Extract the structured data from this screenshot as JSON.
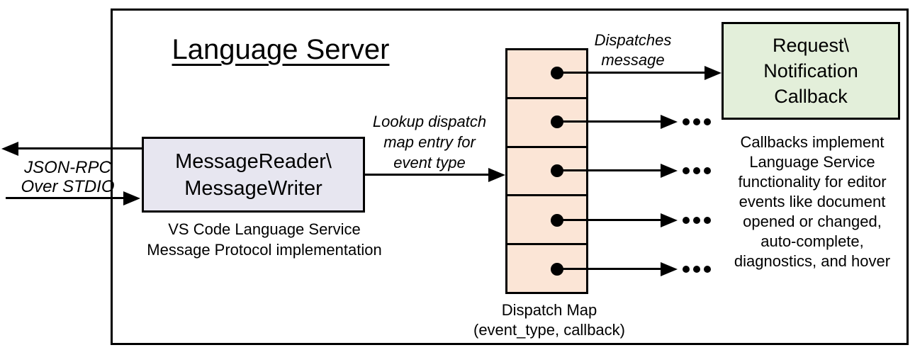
{
  "diagram": {
    "title": "Language Server"
  },
  "nodes": {
    "message_reader": {
      "label": "MessageReader\\\nMessageWriter",
      "caption": "VS Code Language Service\nMessage Protocol implementation",
      "fill": "#E7E6F0"
    },
    "dispatch_map": {
      "label": "Dispatch Map\n(event_type, callback)",
      "fill": "#FBE5D6",
      "cell_count": 5
    },
    "request_callback": {
      "label": "Request\\\nNotification\nCallback",
      "note": "Callbacks implement\nLanguage Service\nfunctionality for editor\nevents like document\nopened or changed,\nauto-complete,\ndiagnostics, and hover",
      "fill": "#E3EFDA"
    }
  },
  "annotations": {
    "io_label": "JSON-RPC\nOver STDIO",
    "lookup_label": "Lookup dispatch\nmap entry for\nevent type",
    "dispatch_label": "Dispatches\nmessage"
  },
  "icons": {
    "entry_dot": "filled-circle",
    "arrowhead": "solid-triangle-arrowhead",
    "ellipsis": "horizontal-ellipsis-dots"
  },
  "colors": {
    "line": "#000000",
    "background": "#FFFFFF",
    "message_reader_fill": "#E7E6F0",
    "dispatch_map_fill": "#FBE5D6",
    "callback_fill": "#E3EFDA"
  }
}
